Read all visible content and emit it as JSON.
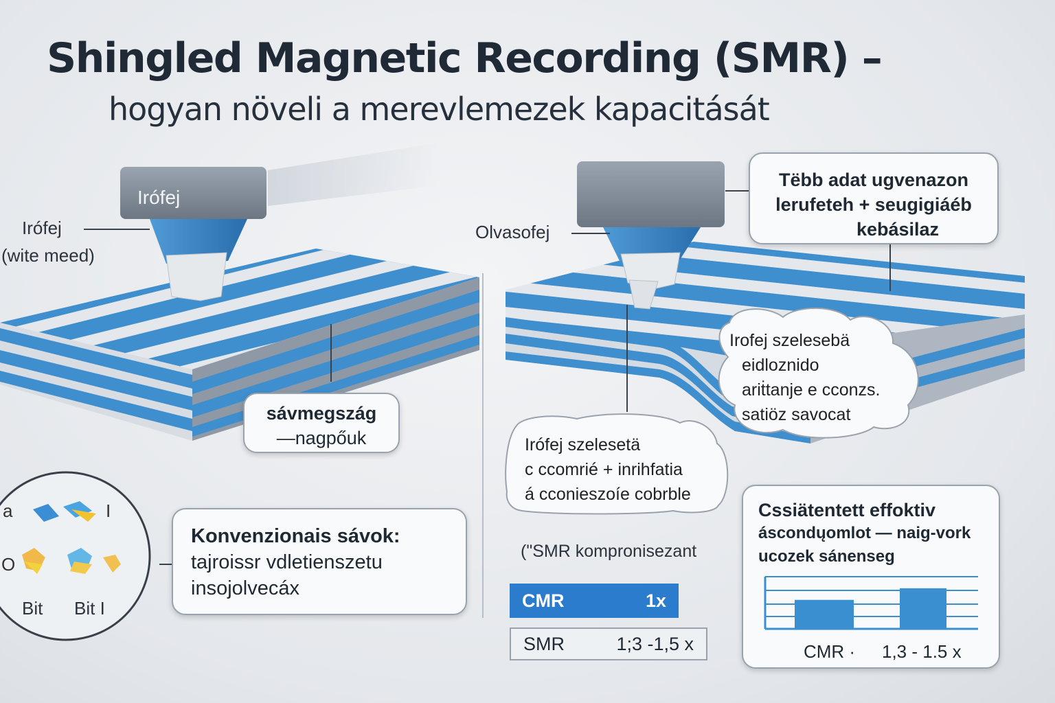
{
  "title": "Shingled Magnetic Recording (SMR) –",
  "subtitle": "hogyan növeli a merevlemezek kapacitását",
  "left": {
    "head_text": "Irófej",
    "label_line1": "Irófej",
    "label_line2": "(wite meed)",
    "gap_box": {
      "line1": "sávmegszág",
      "line2": "—nagpőuk"
    },
    "zoom": {
      "bit1": "Bit",
      "bit2": "Bit I",
      "left1": "a",
      "right1": "I",
      "left2": "O"
    },
    "conv_box": {
      "line1": "Konvenzionais sávok:",
      "line2": "tajroissr vdletienszetu",
      "line3": "insojolvecáx"
    }
  },
  "right": {
    "head_label": "Olvasofej",
    "top_box": {
      "line1": "Tëbb adat ugvenazon",
      "line2": "lerufeteh + seugigiáéb",
      "line3": "kebásilaz"
    },
    "cloud1": {
      "line1": "Irofej szelesebä",
      "line2": "eidloznido",
      "line3": "ariṫtanje e cconzs.",
      "line4": "satiöz savocat"
    },
    "cloud2": {
      "line1": "Irófej szelesetä",
      "line2": "c ccomrié + inrihfatia",
      "line3": "á cconieszoíe cobrble"
    },
    "smr_note": "(\"SMR kompronisezant",
    "table": [
      {
        "name": "CMR",
        "value": "1x"
      },
      {
        "name": "SMR",
        "value": "1;3 -1,5 x"
      }
    ],
    "chart_box": {
      "line1": "Cssiätentett effoktiv",
      "line2": "áscondųomlot — naig-vork",
      "line3": "ucozek sánenseg"
    }
  },
  "chart_data": {
    "type": "bar",
    "categories": [
      "CMR ·",
      "1,3 - 1.5 x"
    ],
    "values": [
      1,
      1.4
    ],
    "ylim": [
      0,
      1.8
    ],
    "grid": true,
    "colors": {
      "bar": "#3a8fd0"
    }
  },
  "colors": {
    "stripe_blue": "#3f8ecd",
    "stripe_light": "#dfe4ea",
    "head_gray": "#7d8894",
    "cmr_fill": "#2b7ccc"
  }
}
